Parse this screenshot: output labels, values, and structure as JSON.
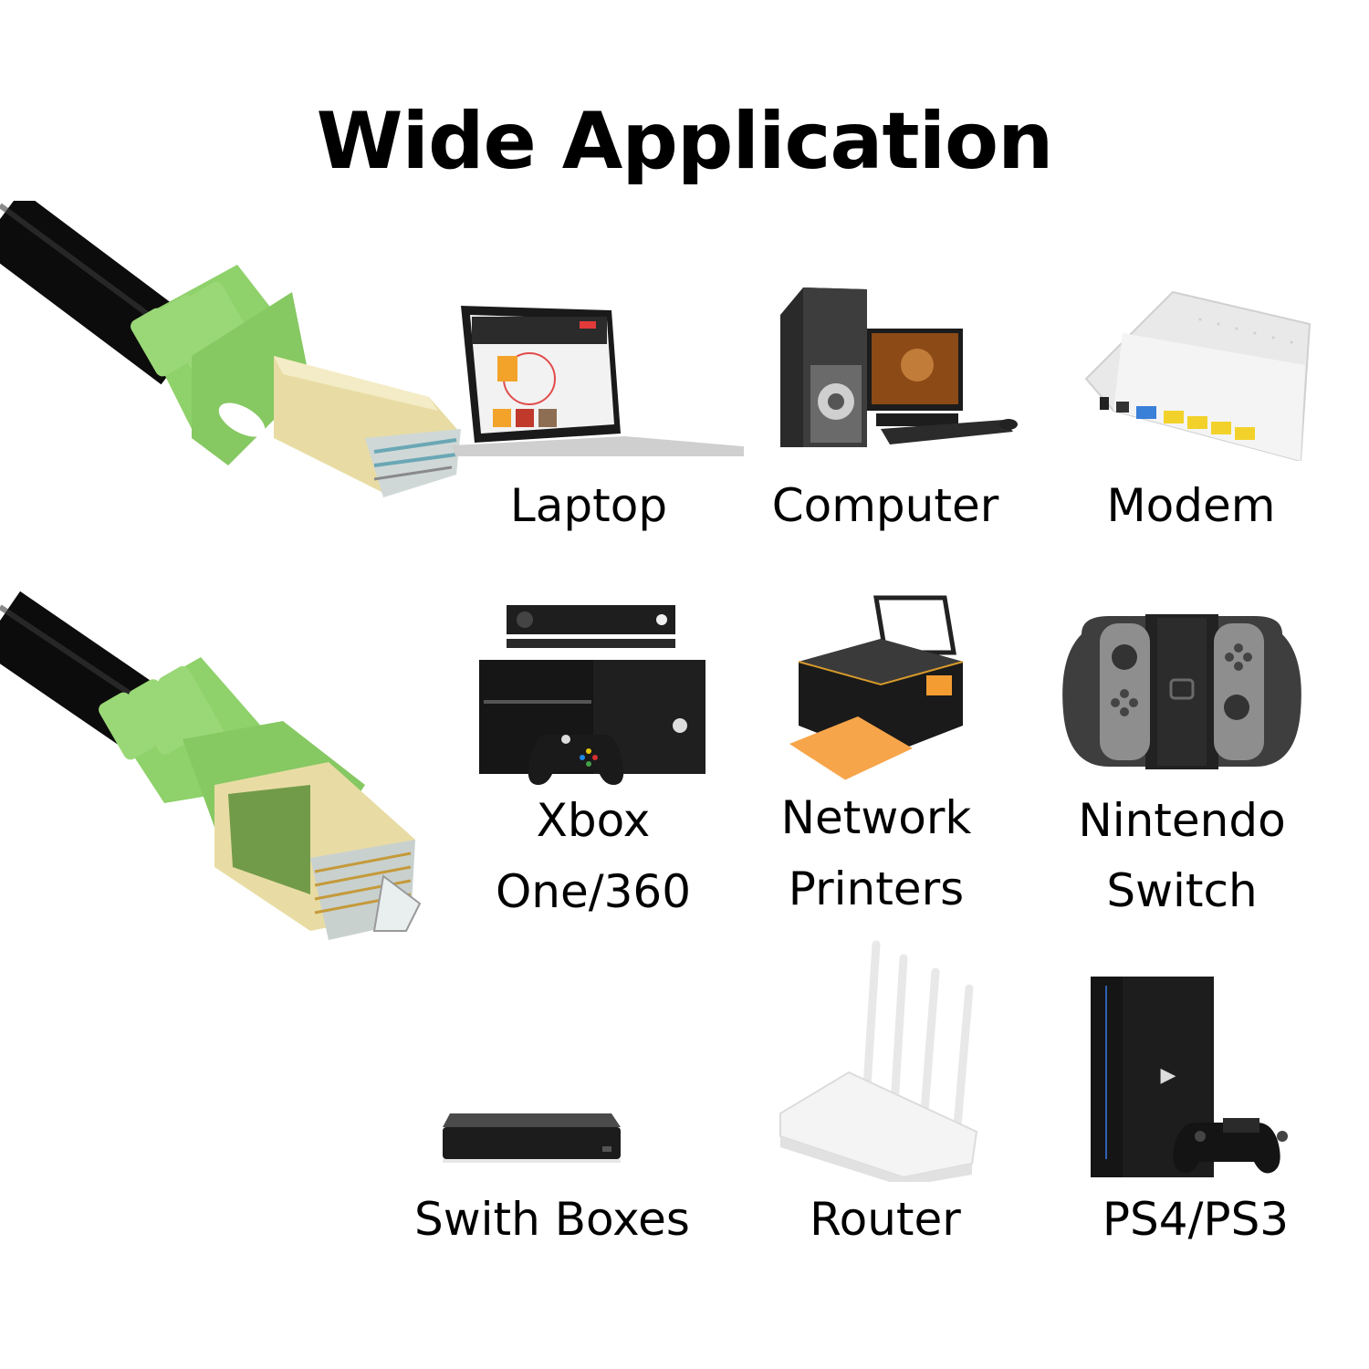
{
  "title": "Wide Application",
  "colors": {
    "background": "#ffffff",
    "text": "#000000",
    "cable_jacket": "#111111",
    "boot_green": "#8fd16a",
    "plug_gold": "#e6d9a0"
  },
  "product": {
    "icon": "ethernet-cable-icon",
    "description": "Two RJ45 ethernet plugs with green boots and gold shielding"
  },
  "devices": [
    {
      "id": "laptop",
      "label": "Laptop",
      "icon": "laptop-icon"
    },
    {
      "id": "computer",
      "label": "Computer",
      "icon": "desktop-computer-icon"
    },
    {
      "id": "modem",
      "label": "Modem",
      "icon": "modem-icon"
    },
    {
      "id": "xbox",
      "label_line1": "Xbox",
      "label_line2": "One/360",
      "icon": "xbox-console-icon"
    },
    {
      "id": "printer",
      "label_line1": "Network",
      "label_line2": "Printers",
      "icon": "printer-icon"
    },
    {
      "id": "switch",
      "label_line1": "Nintendo",
      "label_line2": "Switch",
      "icon": "nintendo-switch-icon"
    },
    {
      "id": "switch_box",
      "label": "Swith Boxes",
      "icon": "switch-box-icon"
    },
    {
      "id": "router",
      "label": "Router",
      "icon": "wifi-router-icon"
    },
    {
      "id": "playstation",
      "label": "PS4/PS3",
      "icon": "playstation-console-icon"
    }
  ]
}
